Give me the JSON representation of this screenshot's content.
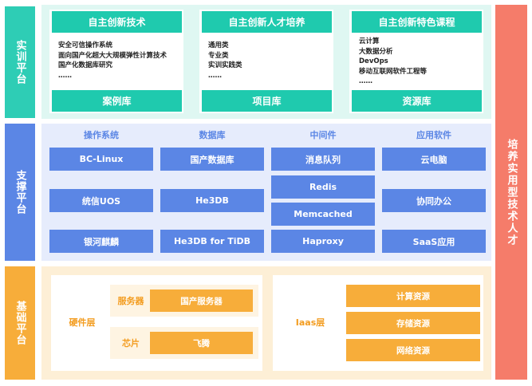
{
  "layers": {
    "practice": "实训平台",
    "support": "支撑平台",
    "foundation": "基础平台"
  },
  "right_label": "培养实用型技术人才",
  "practice": {
    "columns": [
      {
        "title": "自主创新技术",
        "items": [
          "安全可信操作系统",
          "面向国产化超大大规模弹性计算技术",
          "国产化数据库研究",
          "……"
        ],
        "footer": "案例库"
      },
      {
        "title": "自主创新人才培养",
        "items": [
          "通用类",
          "专业类",
          "实训实践类",
          "……"
        ],
        "footer": "项目库"
      },
      {
        "title": "自主创新特色课程",
        "items": [
          "云计算",
          "大数据分析",
          "DevOps",
          "移动互联网软件工程等",
          "……"
        ],
        "footer": "资源库"
      }
    ]
  },
  "support": {
    "categories": [
      "操作系统",
      "数据库",
      "中间件",
      "应用软件"
    ],
    "os": [
      "BC-Linux",
      "统信UOS",
      "银河麒麟"
    ],
    "db": [
      "国产数据库",
      "He3DB",
      "He3DB for TiDB"
    ],
    "middleware": [
      "消息队列",
      "Redis",
      "Memcached",
      "Haproxy"
    ],
    "apps": [
      "云电脑",
      "协同办公",
      "SaaS应用"
    ]
  },
  "foundation": {
    "hardware_label": "硬件层",
    "server_label": "服务器",
    "server_value": "国产服务器",
    "chip_label": "芯片",
    "chip_value": "飞腾",
    "iaas_label": "Iaas层",
    "iaas_items": [
      "计算资源",
      "存储资源",
      "网络资源"
    ]
  },
  "colors": {
    "green": "#2ecdb5",
    "blue": "#5b86e5",
    "orange": "#f7ad3a",
    "coral": "#f57c6a"
  }
}
